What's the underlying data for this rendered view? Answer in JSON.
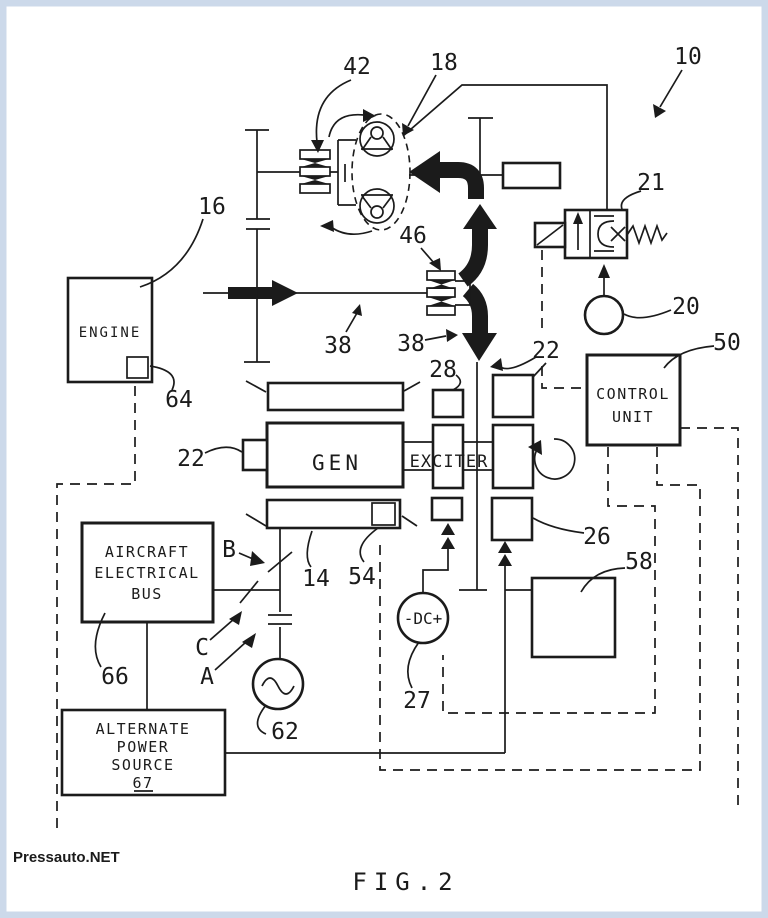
{
  "page": {
    "watermark": "Pressauto.NET",
    "figure_label": "FIG.2"
  },
  "colors": {
    "ink": "#1b1b1b",
    "frame": "#ccd9ea",
    "watermark_blue": "#2b3990",
    "paper": "#ffffff"
  },
  "blocks": {
    "engine": "ENGINE",
    "generator": "GEN",
    "exciter": "EXCITER",
    "control_unit": [
      "CONTROL",
      "UNIT"
    ],
    "aircraft_bus": [
      "AIRCRAFT",
      "ELECTRICAL",
      "BUS"
    ],
    "alternate_power_source": [
      "ALTERNATE",
      "POWER",
      "SOURCE"
    ],
    "alternate_power_source_ref": "67",
    "dc_source": "-DC+"
  },
  "reference_numerals": {
    "r10": "10",
    "r14": "14",
    "r16": "16",
    "r18": "18",
    "r20": "20",
    "r21": "21",
    "r22_gen": "22",
    "r22_line": "22",
    "r26": "26",
    "r27": "27",
    "r28": "28",
    "r38_shaft": "38",
    "r38_flow": "38",
    "r42": "42",
    "r46": "46",
    "r50": "50",
    "r54": "54",
    "r58": "58",
    "r62": "62",
    "r64": "64",
    "r66": "66",
    "switch_a": "A",
    "switch_b": "B",
    "switch_c": "C"
  }
}
